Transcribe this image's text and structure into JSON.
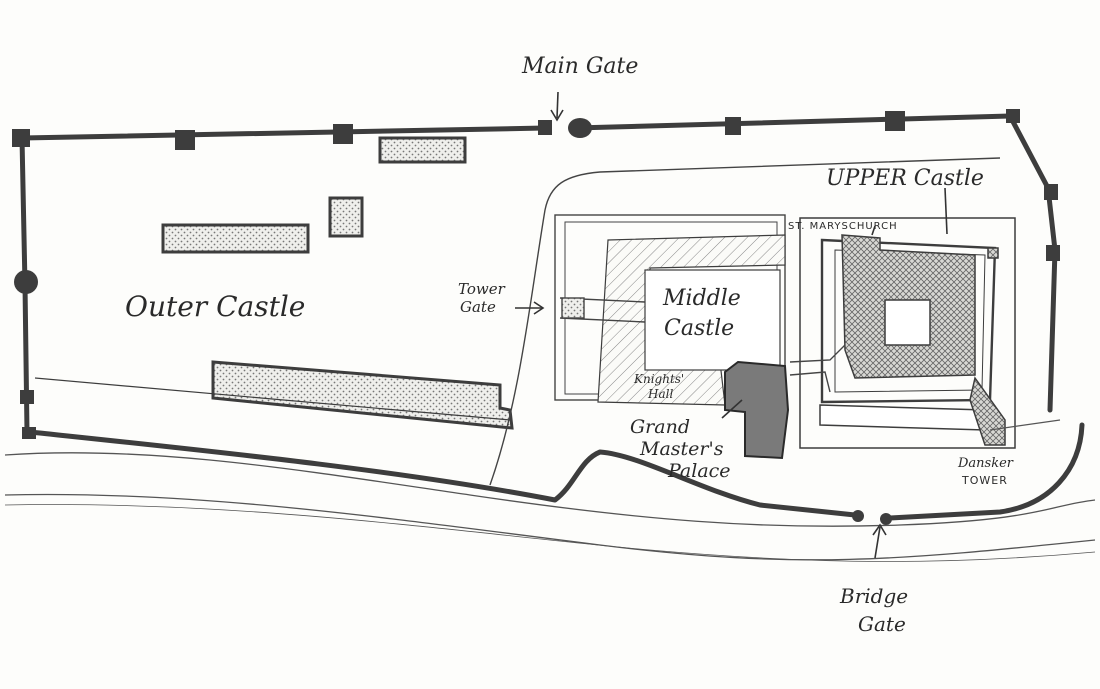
{
  "labels": {
    "main_gate": "Main Gate",
    "upper_castle": "UPPER Castle",
    "st_marys_church": "ST. MARYSCHURCH",
    "tower_gate_line1": "Tower",
    "tower_gate_line2": "Gate",
    "outer_castle": "Outer Castle",
    "middle_castle_line1": "Middle",
    "middle_castle_line2": "Castle",
    "knights_hall_line1": "Knights'",
    "knights_hall_line2": "Hall",
    "grand_masters_palace_line1": "Grand",
    "grand_masters_palace_line2": "Master's",
    "grand_masters_palace_line3": "Palace",
    "dansker_tower_line1": "Dansker",
    "dansker_tower_line2": "TOWER",
    "bridge_gate_line1": "Bridge",
    "bridge_gate_line2": "Gate"
  },
  "colors": {
    "ink": "#3a3a3a",
    "wall": "#444444",
    "fill_hatch": "#9a9a9a",
    "palace_fill": "#7a7a7a",
    "paper": "#fdfdfb"
  }
}
